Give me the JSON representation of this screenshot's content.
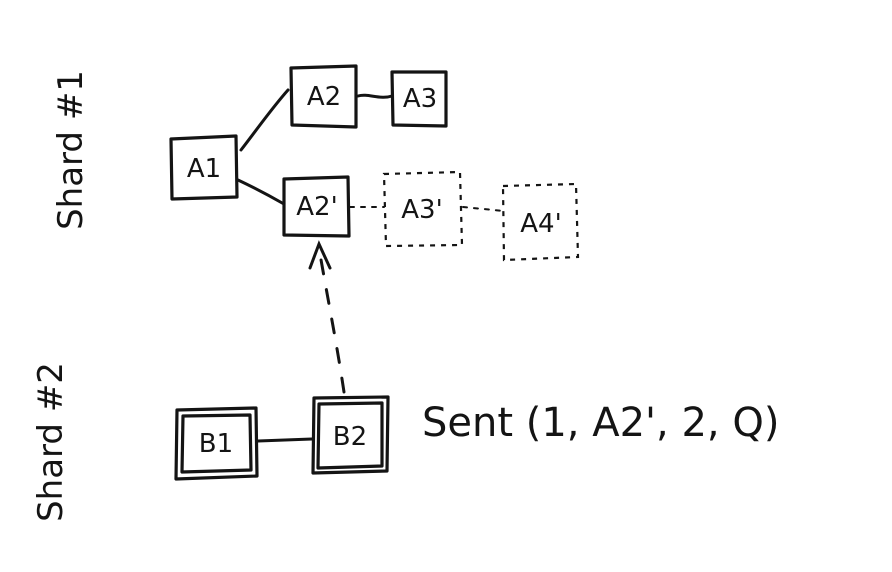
{
  "shards": {
    "shard1_label": "Shard #1",
    "shard2_label": "Shard #2"
  },
  "nodes": {
    "a1": "A1",
    "a2": "A2",
    "a3": "A3",
    "a2_prime": "A2'",
    "a3_prime": "A3'",
    "a4_prime": "A4'",
    "b1": "B1",
    "b2": "B2"
  },
  "message": {
    "sent": "Sent (1, A2', 2, Q)"
  }
}
